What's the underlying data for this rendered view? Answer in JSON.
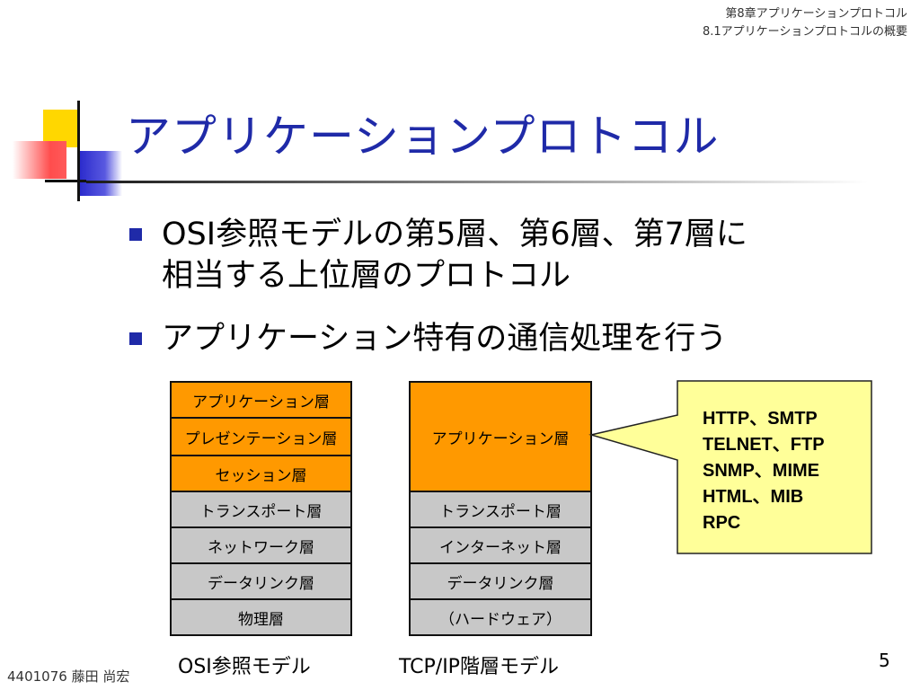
{
  "header": {
    "chapter": "第8章アプリケーションプロトコル",
    "section": "8.1アプリケーションプロトコルの概要"
  },
  "slide": {
    "title": "アプリケーションプロトコル",
    "bullets": [
      {
        "line1": "OSI参照モデルの第5層、第6層、第7層に",
        "line2": "相当する上位層のプロトコル"
      },
      {
        "line1": "アプリケーション特有の通信処理を行う"
      }
    ]
  },
  "osi_model": {
    "caption": "OSI参照モデル",
    "layers": [
      "アプリケーション層",
      "プレゼンテーション層",
      "セッション層",
      "トランスポート層",
      "ネットワーク層",
      "データリンク層",
      "物理層"
    ]
  },
  "tcpip_model": {
    "caption": "TCP/IP階層モデル",
    "layers": [
      "アプリケーション層",
      "トランスポート層",
      "インターネット層",
      "データリンク層",
      "（ハードウェア）"
    ]
  },
  "callout": {
    "lines": [
      "HTTP、SMTP",
      "TELNET、FTP",
      "SNMP、MIME",
      "HTML、MIB",
      "RPC"
    ]
  },
  "footer": {
    "author": "4401076 藤田 尚宏",
    "page": "5"
  },
  "colors": {
    "title": "#1f2aa8",
    "upper_layer": "#ff9900",
    "lower_layer": "#c8c8c8",
    "callout_fill": "#ffff99"
  }
}
